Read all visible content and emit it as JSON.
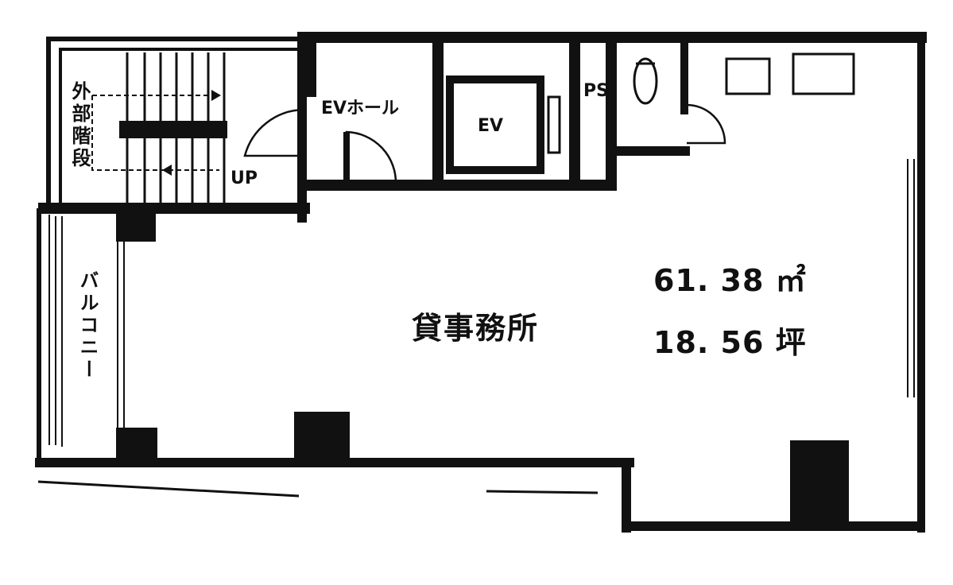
{
  "plan": {
    "labels": {
      "outer_stair": "外部階段",
      "up": "UP",
      "ev_hall": "EVホール",
      "ev": "EV",
      "ps": "PS",
      "balcony": "バルコニー",
      "room": "貸事務所",
      "area_m2": "61. 38 ㎡",
      "area_tsubo": "18. 56 坪"
    },
    "colors": {
      "wall": "#111111",
      "background": "#ffffff"
    }
  }
}
